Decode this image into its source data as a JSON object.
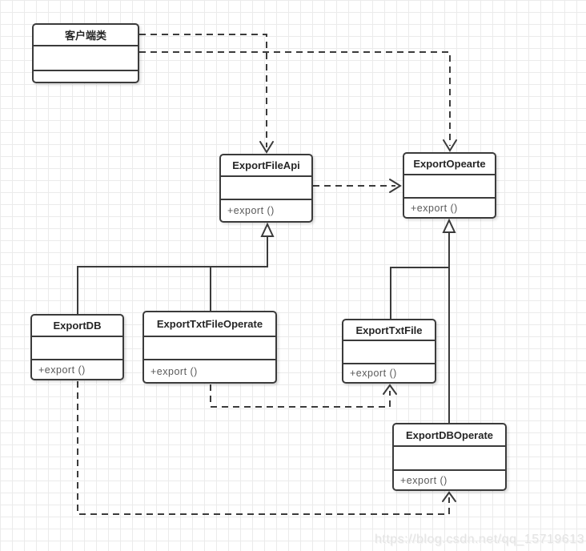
{
  "diagram": {
    "kind": "uml-class-diagram",
    "classes": {
      "client": {
        "name": "客户端类",
        "method": ""
      },
      "exportFileApi": {
        "name": "ExportFileApi",
        "method": "+export ()"
      },
      "exportOpearte": {
        "name": "ExportOpearte",
        "method": "+export ()"
      },
      "exportDB": {
        "name": "ExportDB",
        "method": "+export ()"
      },
      "exportTxtFileOperate": {
        "name": "ExportTxtFileOperate",
        "method": "+export ()"
      },
      "exportTxtFile": {
        "name": "ExportTxtFile",
        "method": "+export ()"
      },
      "exportDBOperate": {
        "name": "ExportDBOperate",
        "method": "+export ()"
      }
    },
    "relations": [
      {
        "from": "客户端类",
        "to": "ExportFileApi",
        "type": "dependency"
      },
      {
        "from": "客户端类",
        "to": "ExportOpearte",
        "type": "dependency"
      },
      {
        "from": "ExportFileApi",
        "to": "ExportOpearte",
        "type": "dependency"
      },
      {
        "from": "ExportDB",
        "to": "ExportFileApi",
        "type": "generalization"
      },
      {
        "from": "ExportTxtFileOperate",
        "to": "ExportFileApi",
        "type": "generalization"
      },
      {
        "from": "ExportTxtFile",
        "to": "ExportOpearte",
        "type": "generalization"
      },
      {
        "from": "ExportDBOperate",
        "to": "ExportOpearte",
        "type": "generalization"
      },
      {
        "from": "ExportTxtFileOperate",
        "to": "ExportTxtFile",
        "type": "dependency"
      },
      {
        "from": "ExportDB",
        "to": "ExportDBOperate",
        "type": "dependency"
      }
    ]
  },
  "watermark": {
    "text": "https://blog.csdn.net/qq_15719613"
  },
  "colors": {
    "line": "#3b3b3b",
    "grid": "#ebebeb",
    "background": "#ffffff",
    "method_text": "#595959",
    "watermark_text": "#e4e4e4"
  }
}
